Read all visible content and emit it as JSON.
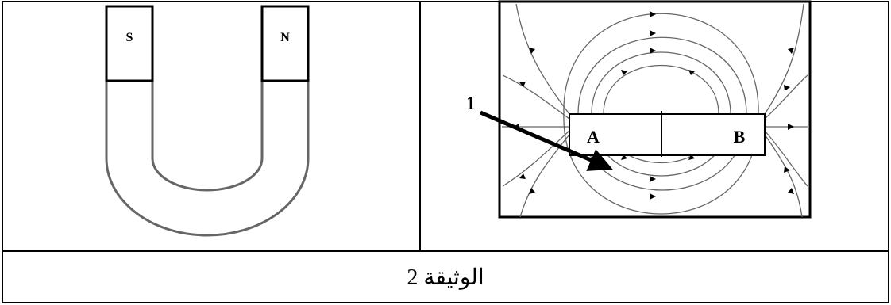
{
  "horseshoe_magnet": {
    "pole_left": "S",
    "pole_right": "N"
  },
  "bar_magnet_diagram": {
    "pointer_label": "1",
    "pole_left": "A",
    "pole_right": "B"
  },
  "caption": "الوثيقة 2"
}
